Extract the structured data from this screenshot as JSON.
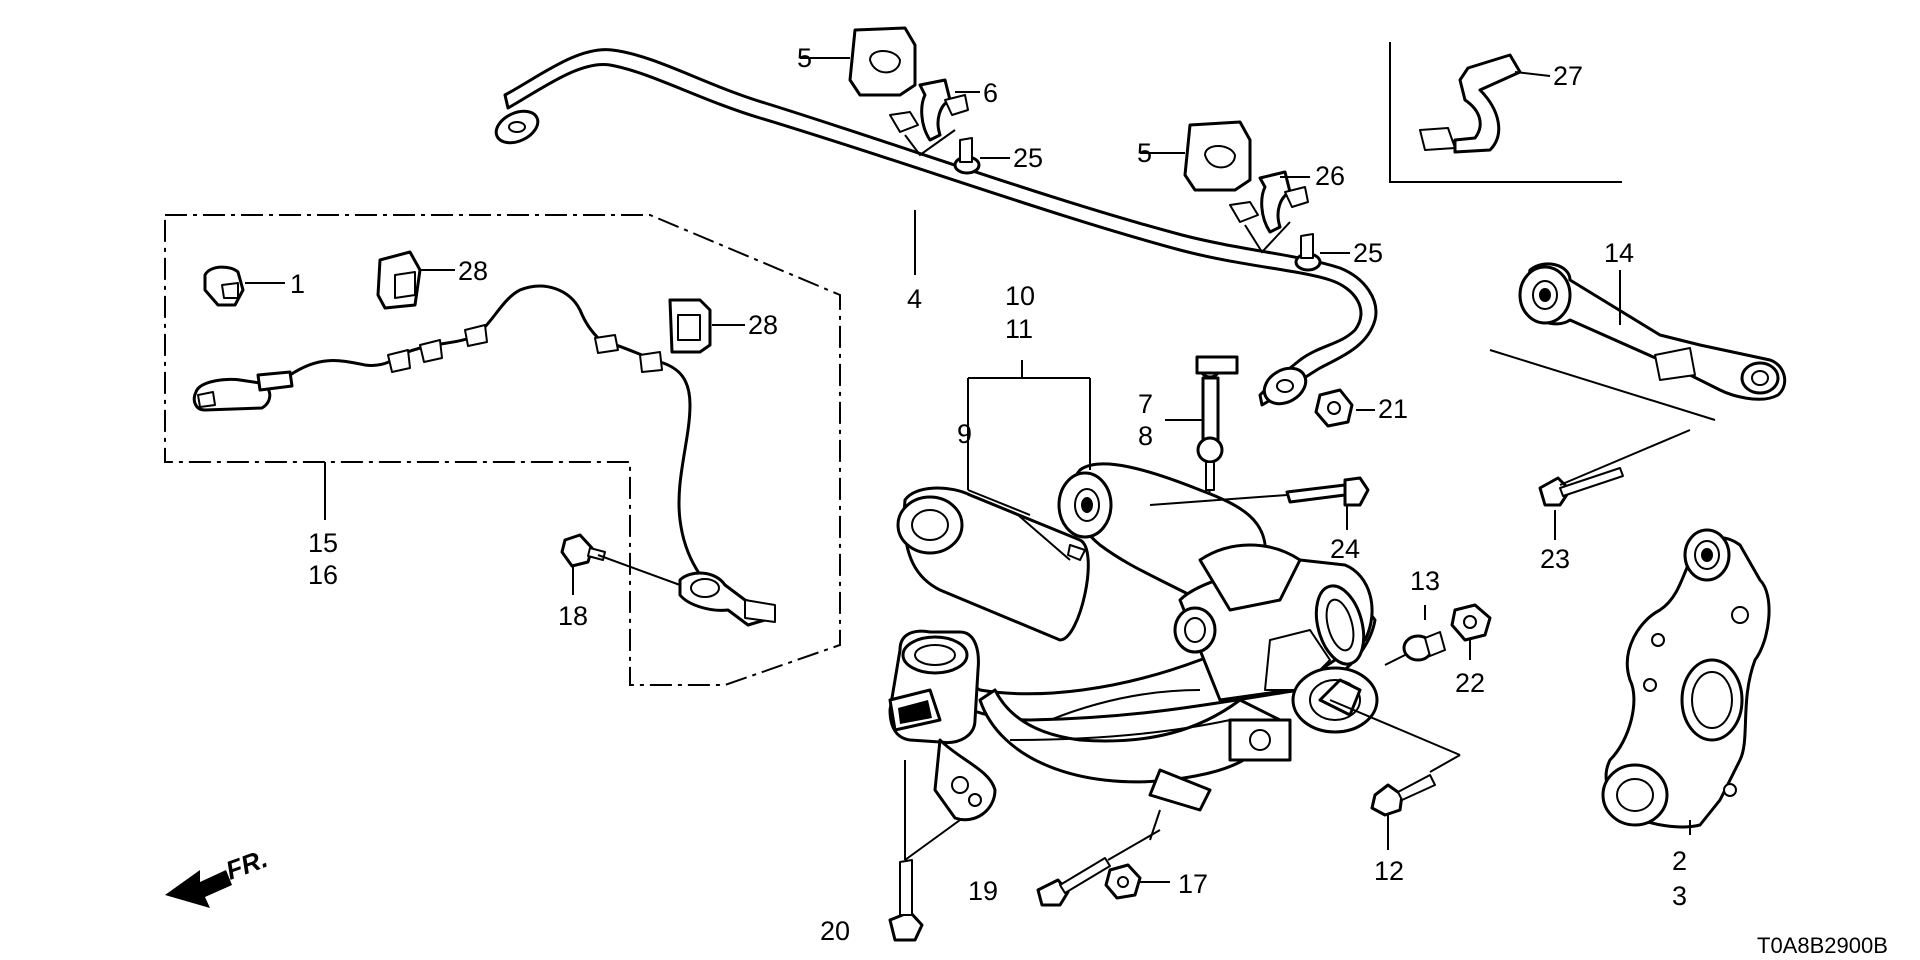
{
  "diagram_code": "T0A8B2900B",
  "direction_label": "FR.",
  "callouts": [
    "1",
    "2",
    "3",
    "4",
    "5",
    "5",
    "6",
    "7",
    "8",
    "9",
    "10",
    "11",
    "12",
    "13",
    "14",
    "15",
    "16",
    "17",
    "18",
    "19",
    "20",
    "21",
    "22",
    "23",
    "24",
    "25",
    "25",
    "26",
    "27",
    "28",
    "28"
  ]
}
